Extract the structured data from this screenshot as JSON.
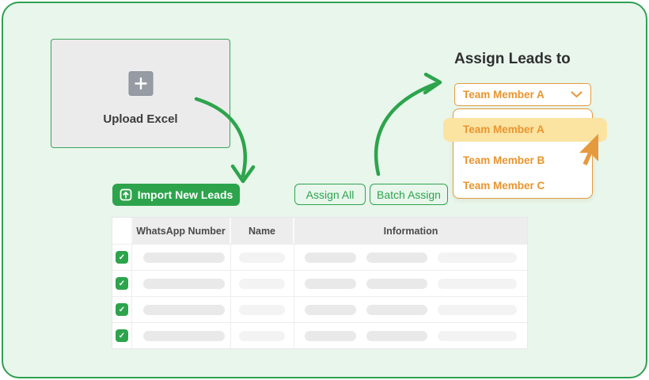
{
  "colors": {
    "canvas_background": "#e8f6ec",
    "canvas_border": "#2fa052",
    "accent_green": "#2da44c",
    "accent_orange_border": "#e59a3e",
    "accent_orange_text": "#e8952f",
    "option_highlight": "#fbe3a2",
    "card_gray": "#ebebeb",
    "table_header_gray": "#ededed"
  },
  "upload_card": {
    "label": "Upload Excel",
    "icon": "plus-icon"
  },
  "toolbar": {
    "import_label": "Import New Leads",
    "import_icon": "upload-file-icon",
    "assign_all_label": "Assign All",
    "batch_assign_label": "Batch Assign"
  },
  "assign_panel": {
    "title": "Assign Leads to",
    "selected_value": "Team Member A",
    "options": [
      "Team Member A",
      "Team Member B",
      "Team Member C"
    ],
    "highlighted_option": "Team Member A"
  },
  "table": {
    "columns": [
      "WhatsApp Number",
      "Name",
      "Information"
    ],
    "row_count": 4,
    "rows_checked": [
      true,
      true,
      true,
      true
    ],
    "checkmark": "✓",
    "cells_are_placeholders": true
  }
}
